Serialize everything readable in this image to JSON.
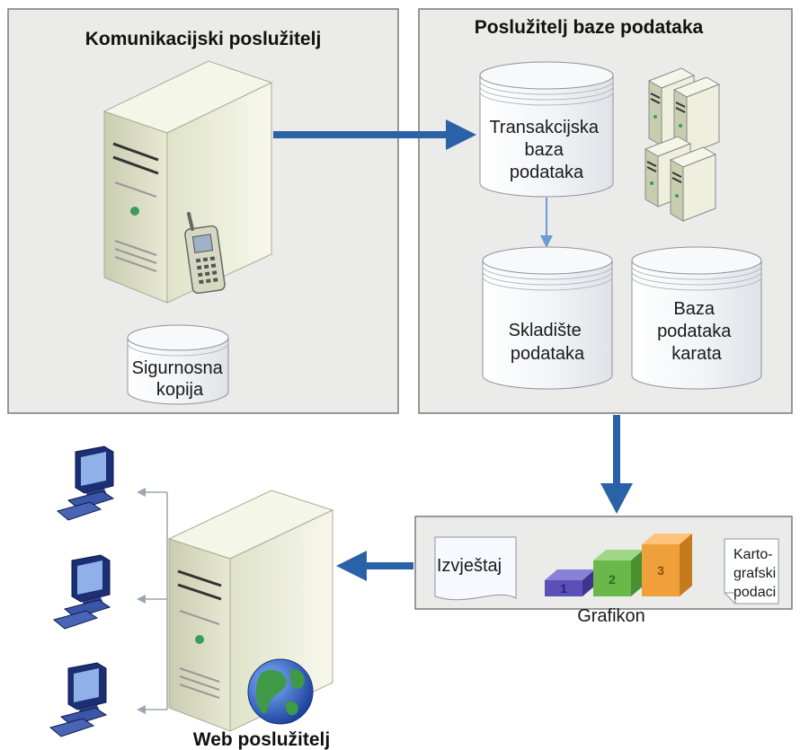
{
  "panels": {
    "communication_server_title": "Komunikacijski poslužitelj",
    "database_server_title": "Poslužitelj baze podataka"
  },
  "databases": {
    "transactional": [
      "Transakcijska",
      "baza",
      "podataka"
    ],
    "warehouse": [
      "Skladište",
      "podataka"
    ],
    "maps": [
      "Baza",
      "podataka",
      "karata"
    ],
    "backup": [
      "Sigurnosna",
      "kopija"
    ]
  },
  "outputs": {
    "report": "Izvještaj",
    "chart": "Grafikon",
    "chart_steps": [
      "1",
      "2",
      "3"
    ],
    "cartographic": [
      "Karto-",
      "grafski",
      "podaci"
    ]
  },
  "web_server_title": "Web poslužitelj",
  "colors": {
    "panel_fill": "#ebebea",
    "panel_border": "#7a7a7a",
    "arrow": "#2a62a8",
    "connector": "#9aa6b2",
    "server_body": "#eef0dd",
    "step1": "#5b4fb8",
    "step2": "#6ab84a",
    "step3": "#f0a03a"
  },
  "icons": [
    "server-icon",
    "mobile-phone-icon",
    "database-cylinder-icon",
    "server-cluster-icon",
    "globe-icon",
    "computer-workstation-icon",
    "document-icon",
    "bar-chart-3d-icon"
  ]
}
